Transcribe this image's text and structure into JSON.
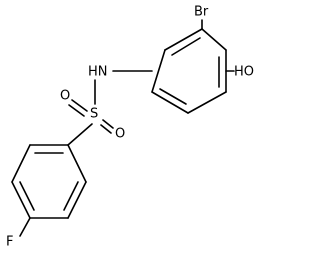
{
  "molecule": {
    "atoms": {
      "br": "Br",
      "oh": "HO",
      "nh": "HN",
      "s": "S",
      "o_upper": "O",
      "o_lower": "O",
      "f": "F"
    },
    "colors": {
      "bond": "#000000",
      "label": "#000000",
      "background": "#ffffff"
    }
  }
}
